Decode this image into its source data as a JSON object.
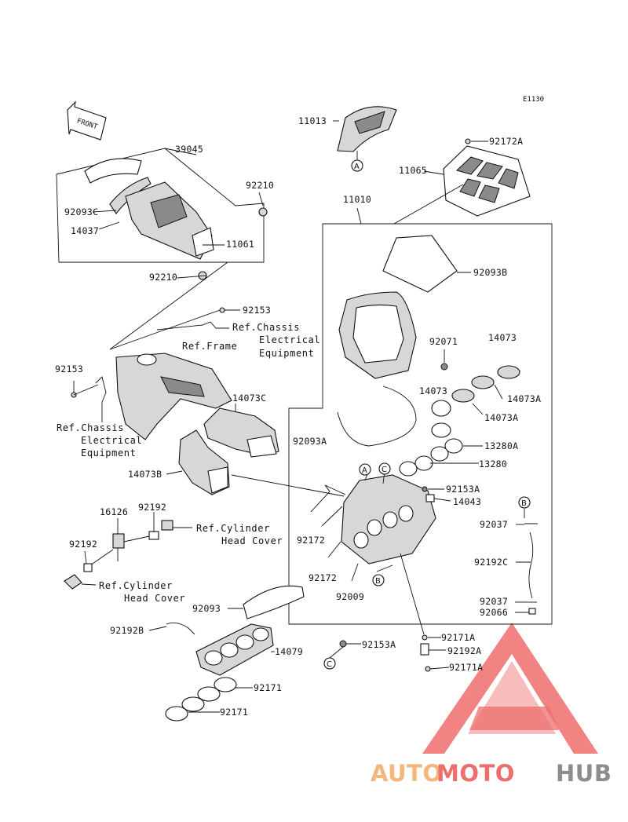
{
  "diagram_code": "E1130",
  "front_label": "FRONT",
  "parts": {
    "p11013": "11013",
    "p92172A": "92172A",
    "p11065": "11065",
    "p39045": "39045",
    "p92210a": "92210",
    "p92093C": "92093C",
    "p14037": "14037",
    "p11061": "11061",
    "p92210b": "92210",
    "p11010": "11010",
    "p92093B": "92093B",
    "p92153a": "92153",
    "p92071": "92071",
    "p14073a": "14073",
    "p92153b": "92153",
    "p14073b": "14073",
    "p14073A_1": "14073A",
    "p14073C": "14073C",
    "p14073A_2": "14073A",
    "p92093A": "92093A",
    "p13280A": "13280A",
    "p13280": "13280",
    "p14073B": "14073B",
    "p92153A_1": "92153A",
    "p14043": "14043",
    "p16126": "16126",
    "p92192a": "92192",
    "p92037a": "92037",
    "p92172a": "92172",
    "p92192b": "92192",
    "p92192C": "92192C",
    "p92172b": "92172",
    "p92009": "92009",
    "p92037b": "92037",
    "p92066": "92066",
    "p92093": "92093",
    "p92171A_1": "92171A",
    "p92192B": "92192B",
    "p92153A_2": "92153A",
    "p92192A": "92192A",
    "p14079": "14079",
    "p92171A_2": "92171A",
    "p92171a": "92171",
    "p92171b": "92171"
  },
  "refs": {
    "chassis_electrical_top_1": "Ref.Chassis",
    "chassis_electrical_top_2": "Electrical",
    "chassis_electrical_top_3": "Equipment",
    "frame": "Ref.Frame",
    "chassis_electrical_left_1": "Ref.Chassis",
    "chassis_electrical_left_2": "Electrical",
    "chassis_electrical_left_3": "Equipment",
    "cylinder_head_1_a": "Ref.Cylinder",
    "cylinder_head_1_b": "Head Cover",
    "cylinder_head_2_a": "Ref.Cylinder",
    "cylinder_head_2_b": "Head Cover"
  },
  "callouts": {
    "A1": "A",
    "A2": "A",
    "C1": "C",
    "B1": "B",
    "B2": "B",
    "C2": "C"
  },
  "watermark": {
    "part1": "AUTO",
    "part2": "MOTO",
    "part3": "HUB",
    "color_orange": "#f4b67a",
    "color_red": "#ee6d6d",
    "color_grey": "#8d8d8d"
  }
}
